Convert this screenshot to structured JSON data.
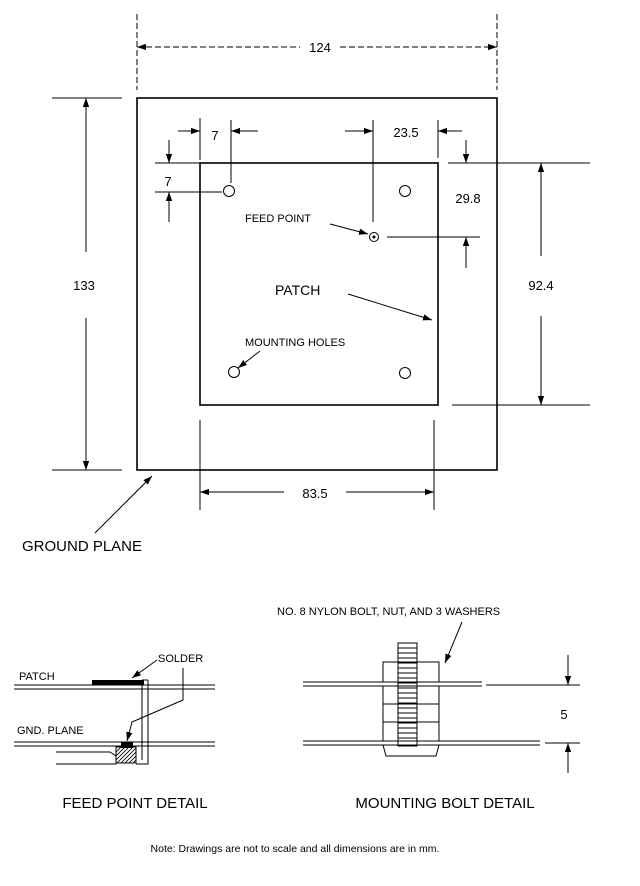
{
  "top_view": {
    "dim_width": "124",
    "dim_height": "133",
    "dim_hole_x": "7",
    "dim_hole_y": "7",
    "dim_feed_x": "23.5",
    "dim_feed_y": "29.8",
    "dim_patch_height": "92.4",
    "dim_patch_width": "83.5",
    "label_feed_point": "FEED POINT",
    "label_patch": "PATCH",
    "label_mounting_holes": "MOUNTING HOLES",
    "label_ground_plane": "GROUND PLANE"
  },
  "feed_detail": {
    "label_patch": "PATCH",
    "label_solder": "SOLDER",
    "label_gnd_plane": "GND. PLANE",
    "title": "FEED POINT DETAIL"
  },
  "bolt_detail": {
    "label_bolt": "NO. 8 NYLON BOLT, NUT, AND 3 WASHERS",
    "dim_gap": "5",
    "title": "MOUNTING BOLT DETAIL"
  },
  "note": "Note: Drawings are not to scale and all dimensions are in mm."
}
